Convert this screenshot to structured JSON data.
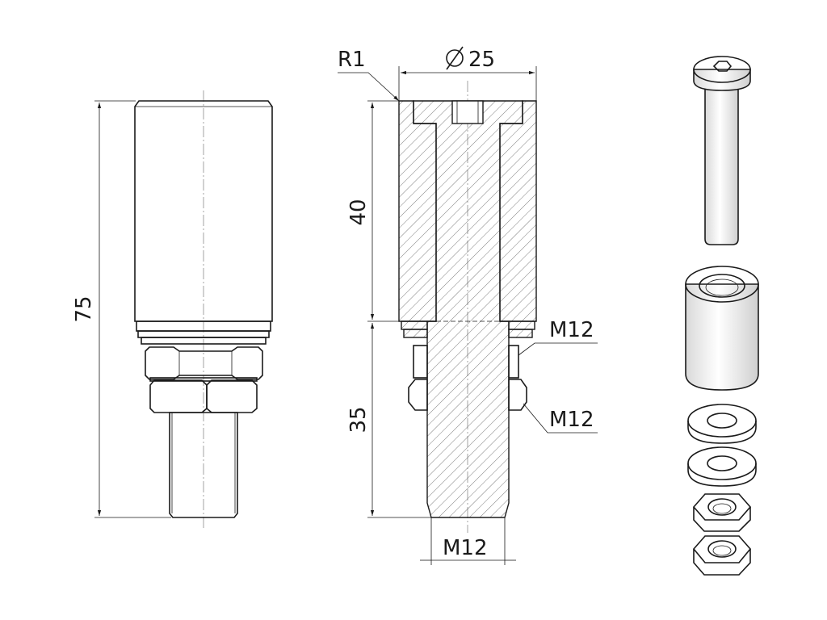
{
  "dimensions": {
    "overall_height": "75",
    "upper_height": "40",
    "lower_height": "35",
    "diameter": "25",
    "radius": "R1",
    "thread_nut_upper": "M12",
    "thread_nut_lower": "M12",
    "thread_shank": "M12"
  }
}
